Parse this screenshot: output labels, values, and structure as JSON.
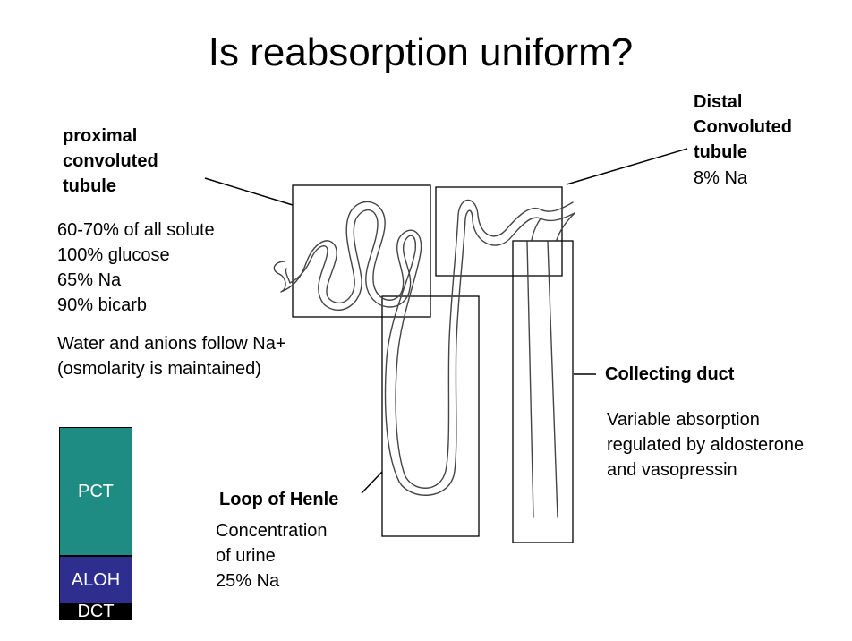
{
  "title": "Is reabsorption uniform?",
  "pct": {
    "heading": [
      "proximal",
      "convoluted",
      "tubule"
    ],
    "stats": [
      "60-70% of all solute",
      "100% glucose",
      "65% Na",
      "90% bicarb"
    ],
    "note": [
      "Water and anions follow Na+",
      "(osmolarity is maintained)"
    ]
  },
  "dct": {
    "heading": [
      "Distal",
      "Convoluted",
      "tubule"
    ],
    "stat": "8% Na"
  },
  "collecting_duct": {
    "heading": "Collecting duct",
    "desc": [
      "Variable absorption",
      "regulated by aldosterone",
      "and vasopressin"
    ]
  },
  "loop": {
    "heading": "Loop of Henle",
    "desc": [
      "Concentration",
      "of urine",
      "25% Na"
    ]
  },
  "bar": {
    "segments": [
      {
        "label": "PCT",
        "share": 0.67,
        "color": "#1E8C82"
      },
      {
        "label": "ALOH",
        "share": 0.25,
        "color": "#2E2E8F"
      },
      {
        "label": "DCT",
        "share": 0.08,
        "color": "#000000"
      }
    ]
  }
}
